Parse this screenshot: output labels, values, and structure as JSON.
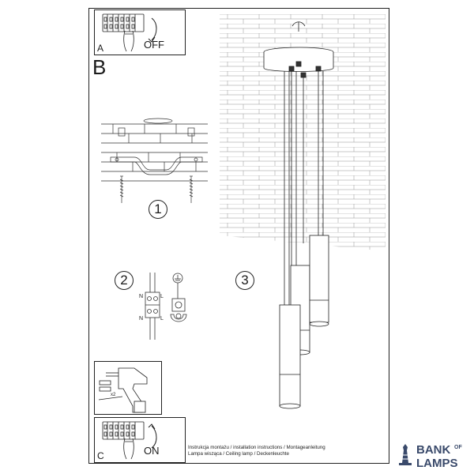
{
  "panel_a": {
    "letter": "A",
    "switch_label": "OFF"
  },
  "section_b": {
    "letter": "B"
  },
  "panel_c": {
    "letter": "C",
    "switch_label": "ON"
  },
  "steps": [
    {
      "number": "1"
    },
    {
      "number": "2"
    },
    {
      "number": "3"
    }
  ],
  "wiring": {
    "n_top": "N",
    "l_top": "L",
    "n_bottom": "N",
    "l_bottom": "L"
  },
  "drill": {
    "multiplier": "x2"
  },
  "footer": {
    "line1": "Instrukcja montażu / installation instructions / Montageanleitung",
    "line2": "Lampa wisząca / Ceiling lamp / Deckenleuchte"
  },
  "logo": {
    "word1": "BANK",
    "of": "OF",
    "word2": "LAMPS",
    "color": "#3a4a6b"
  }
}
